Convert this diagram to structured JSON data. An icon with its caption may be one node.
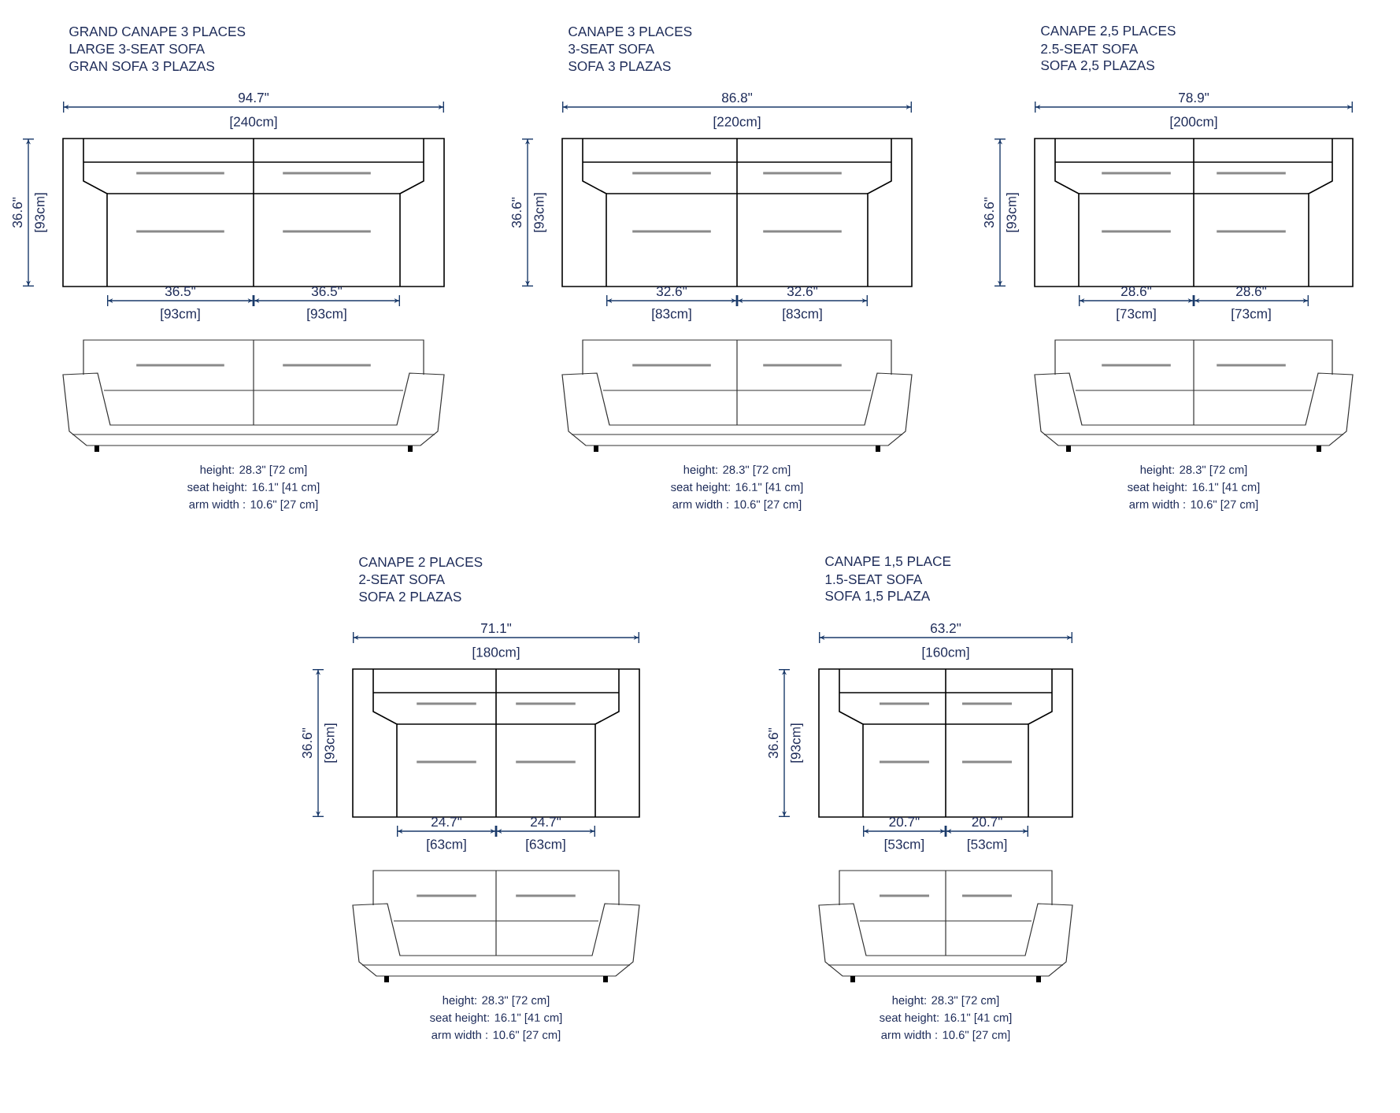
{
  "diagram": {
    "labels": [
      "GRAND CANAPE 3 PLACES",
      "LARGE 3-SEAT SOFA",
      "GRAN SOFA 3 PLAZAS",
      "94.7\"",
      "[240cm]",
      "36.6\"",
      "[93cm]",
      "36.5\"",
      "36.5\"",
      "[93cm]",
      "[93cm]",
      "height: 28.3\" [72 cm]",
      "seat height: 16.1\" [41 cm]",
      "arm width : 10.6\" [27 cm]",
      "CANAPE 3 PLACES",
      "3-SEAT SOFA",
      "SOFA 3 PLAZAS",
      "86.8\"",
      "[220cm]",
      "36.6\"",
      "[93cm]",
      "32.6\"",
      "32.6\"",
      "[83cm]",
      "[83cm]",
      "height: 28.3\" [72 cm]",
      "seat height: 16.1\" [41 cm]",
      "arm width : 10.6\" [27 cm]",
      "CANAPE 2,5 PLACES",
      "2.5-SEAT SOFA",
      "SOFA 2,5 PLAZAS",
      "78.9\"",
      "[200cm]",
      "36.6\"",
      "[93cm]",
      "28.6\"",
      "28.6\"",
      "[73cm]",
      "[73cm]",
      "height: 28.3\" [72 cm]",
      "seat height: 16.1\" [41 cm]",
      "arm width : 10.6\" [27 cm]",
      "CANAPE 2 PLACES",
      "2-SEAT SOFA",
      "SOFA 2 PLAZAS",
      "71.1\"",
      "[180cm]",
      "36.6\"",
      "[93cm]",
      "24.7\"",
      "24.7\"",
      "[63cm]",
      "[63cm]",
      "height: 28.3\" [72 cm]",
      "seat height: 16.1\" [41 cm]",
      "arm width : 10.6\" [27 cm]",
      "CANAPE 1,5 PLACE",
      "1.5-SEAT SOFA",
      "SOFA 1,5 PLAZA",
      "63.2\"",
      "[160cm]",
      "36.6\"",
      "[93cm]",
      "20.7\"",
      "20.7\"",
      "[53cm]",
      "[53cm]",
      "height: 28.3\" [72 cm]",
      "seat height: 16.1\" [41 cm]",
      "arm width : 10.6\" [27 cm]"
    ]
  }
}
